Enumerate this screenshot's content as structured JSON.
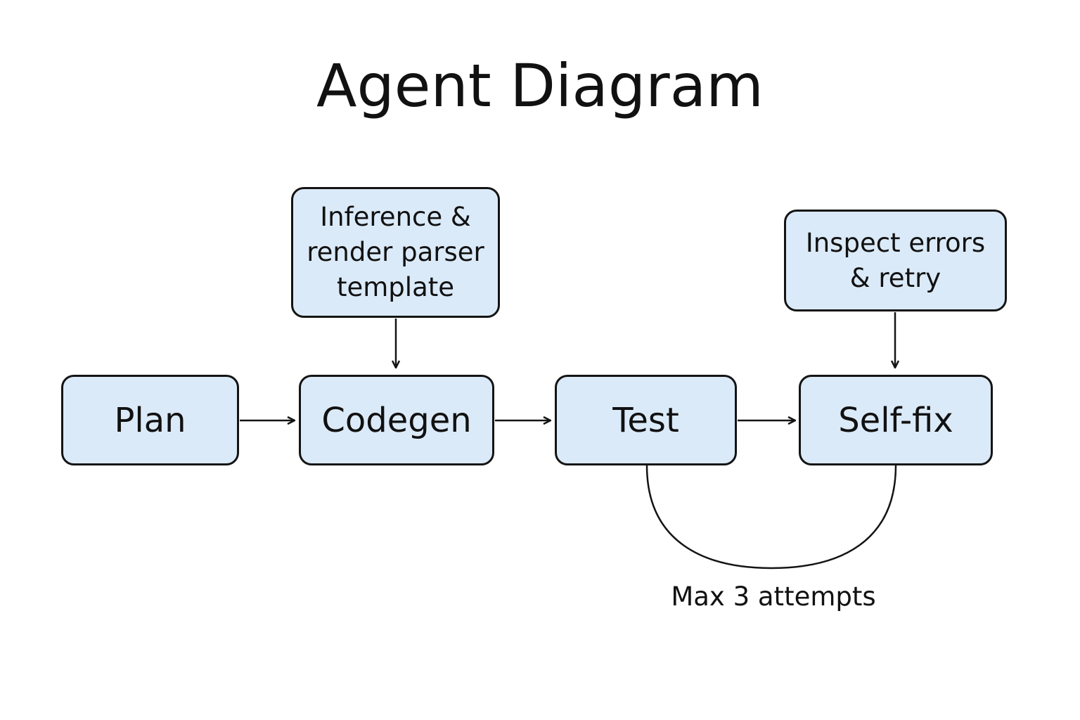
{
  "title": "Agent Diagram",
  "nodes": {
    "plan": "Plan",
    "codegen": "Codegen",
    "test": "Test",
    "selffix": "Self-fix",
    "inference": "Inference & render parser template",
    "inspect": "Inspect errors & retry"
  },
  "loop_label": "Max 3 attempts",
  "colors": {
    "node_fill": "#dbeaf8",
    "node_border": "#141414",
    "edge": "#141414"
  }
}
